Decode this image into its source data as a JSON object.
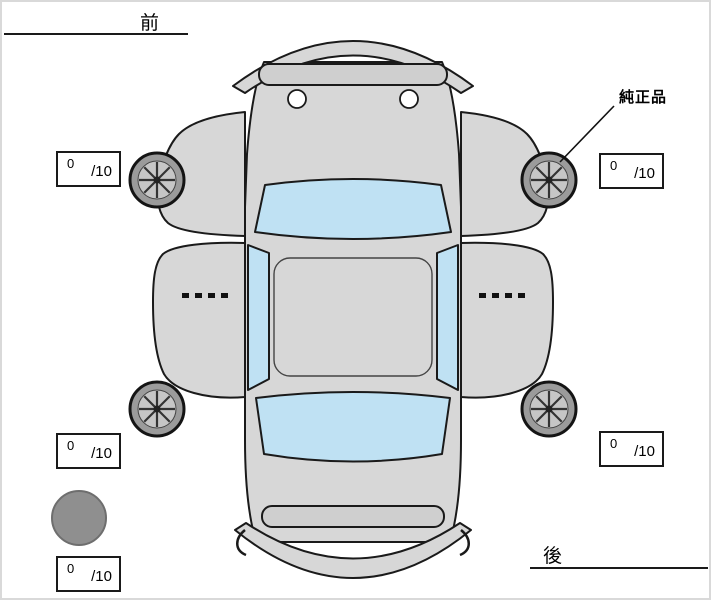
{
  "labels": {
    "front": "前",
    "rear": "後",
    "genuine_part": "純正品"
  },
  "scores": {
    "front_left": {
      "value": "0",
      "max": "/10"
    },
    "front_right": {
      "value": "0",
      "max": "/10"
    },
    "rear_left": {
      "value": "0",
      "max": "/10"
    },
    "rear_right": {
      "value": "0",
      "max": "/10"
    },
    "spare": {
      "value": "0",
      "max": "/10"
    }
  },
  "diagram": {
    "type": "vehicle-top-view-expanded",
    "body_color": "#d7d7d7",
    "glass_color": "#bfe1f3",
    "wheel_color": "#9b9b9b",
    "spare_circle_color": "#8f8f8f",
    "line_color": "#1a1a1a"
  }
}
